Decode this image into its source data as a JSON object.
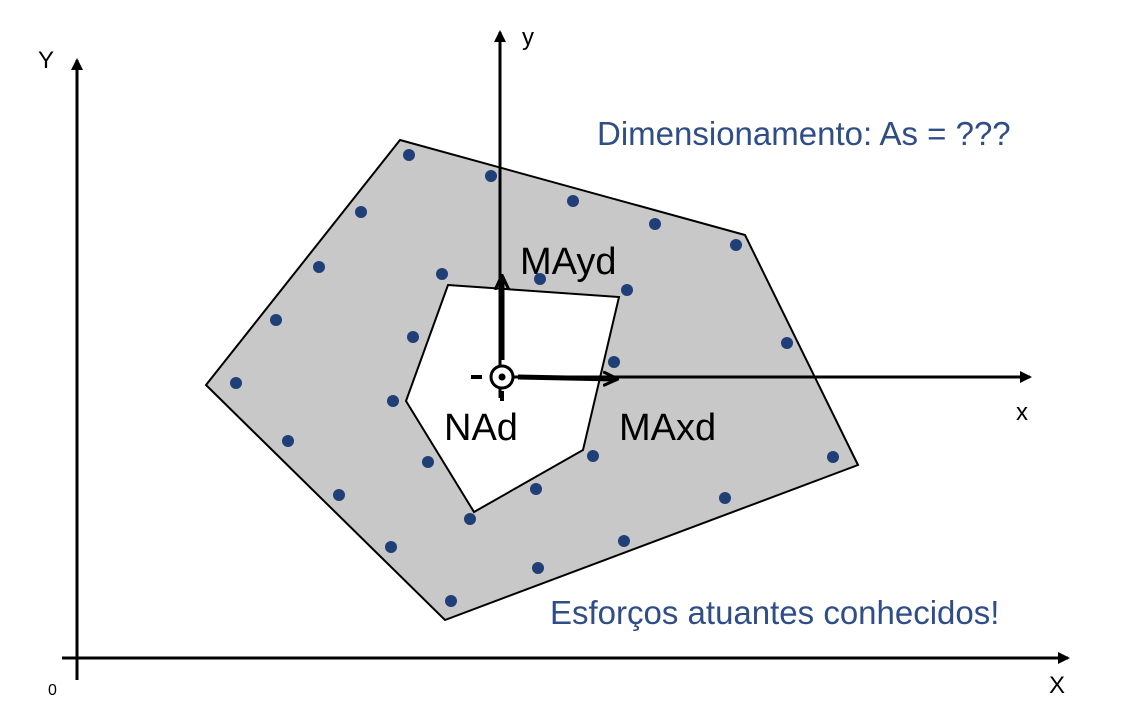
{
  "global_axes": {
    "x_label": "X",
    "y_label": "Y",
    "origin_label": "0"
  },
  "local_axes": {
    "x_label": "x",
    "y_label": "y"
  },
  "forces": {
    "normal": "NAd",
    "moment_x": "MAxd",
    "moment_y": "MAyd"
  },
  "annotations": {
    "dimensioning": "Dimensionamento: As = ???",
    "known_forces": "Esforços atuantes conhecidos!"
  },
  "colors": {
    "section_fill": "#c8c8c8",
    "annotation_text": "#2f4d86",
    "rebar": "#1f3f76",
    "line": "#000000"
  }
}
